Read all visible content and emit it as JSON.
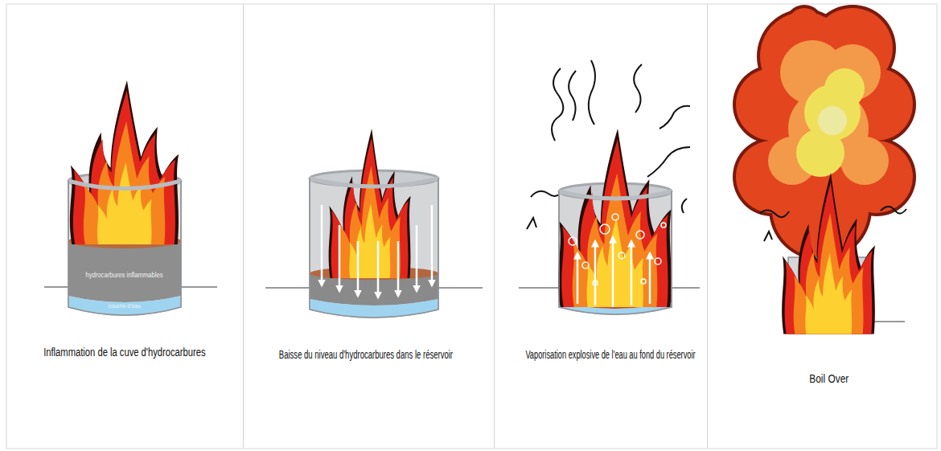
{
  "diagram": {
    "nodes": [
      {
        "text": [
          "Inflammation de la cuve d'hydrocarbures"
        ]
      },
      {
        "text": [
          "hydrocarbures inflammables"
        ],
        "in": 0
      },
      {
        "text": [
          "couche d'eau"
        ],
        "in": 0
      },
      {
        "text": [
          "Baisse du niveau d'hydrocarbures dans le réservoir"
        ]
      },
      {
        "text": [
          "Vaporisation explosive de l'eau au fond du réservoir"
        ]
      },
      {
        "text": [
          "Boil Over"
        ]
      }
    ]
  }
}
